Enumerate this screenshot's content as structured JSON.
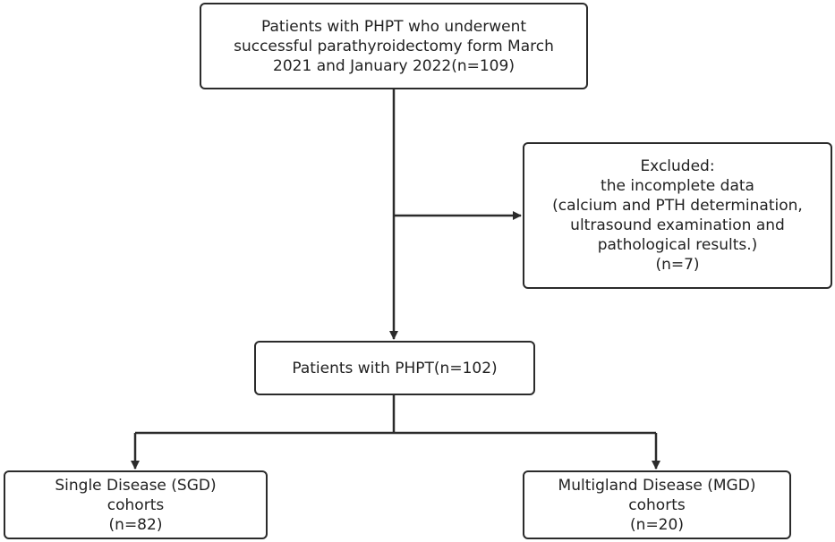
{
  "boxes": {
    "enrolled": {
      "lines": [
        "Patients with PHPT who underwent",
        "successful parathyroidectomy form March",
        "2021 and January 2022(n=109)"
      ]
    },
    "excluded": {
      "lines": [
        "Excluded:",
        "the incomplete data",
        "(calcium and PTH determination,",
        "ultrasound examination and",
        "pathological results.)",
        "(n=7)"
      ]
    },
    "included": {
      "lines": [
        "Patients with PHPT(n=102)"
      ]
    },
    "sgd": {
      "lines": [
        "Single Disease (SGD)",
        "cohorts",
        "(n=82)"
      ]
    },
    "mgd": {
      "lines": [
        "Multigland Disease (MGD)",
        "cohorts",
        "(n=20)"
      ]
    }
  },
  "colors": {
    "stroke": "#2b2b2b",
    "background": "#ffffff"
  }
}
